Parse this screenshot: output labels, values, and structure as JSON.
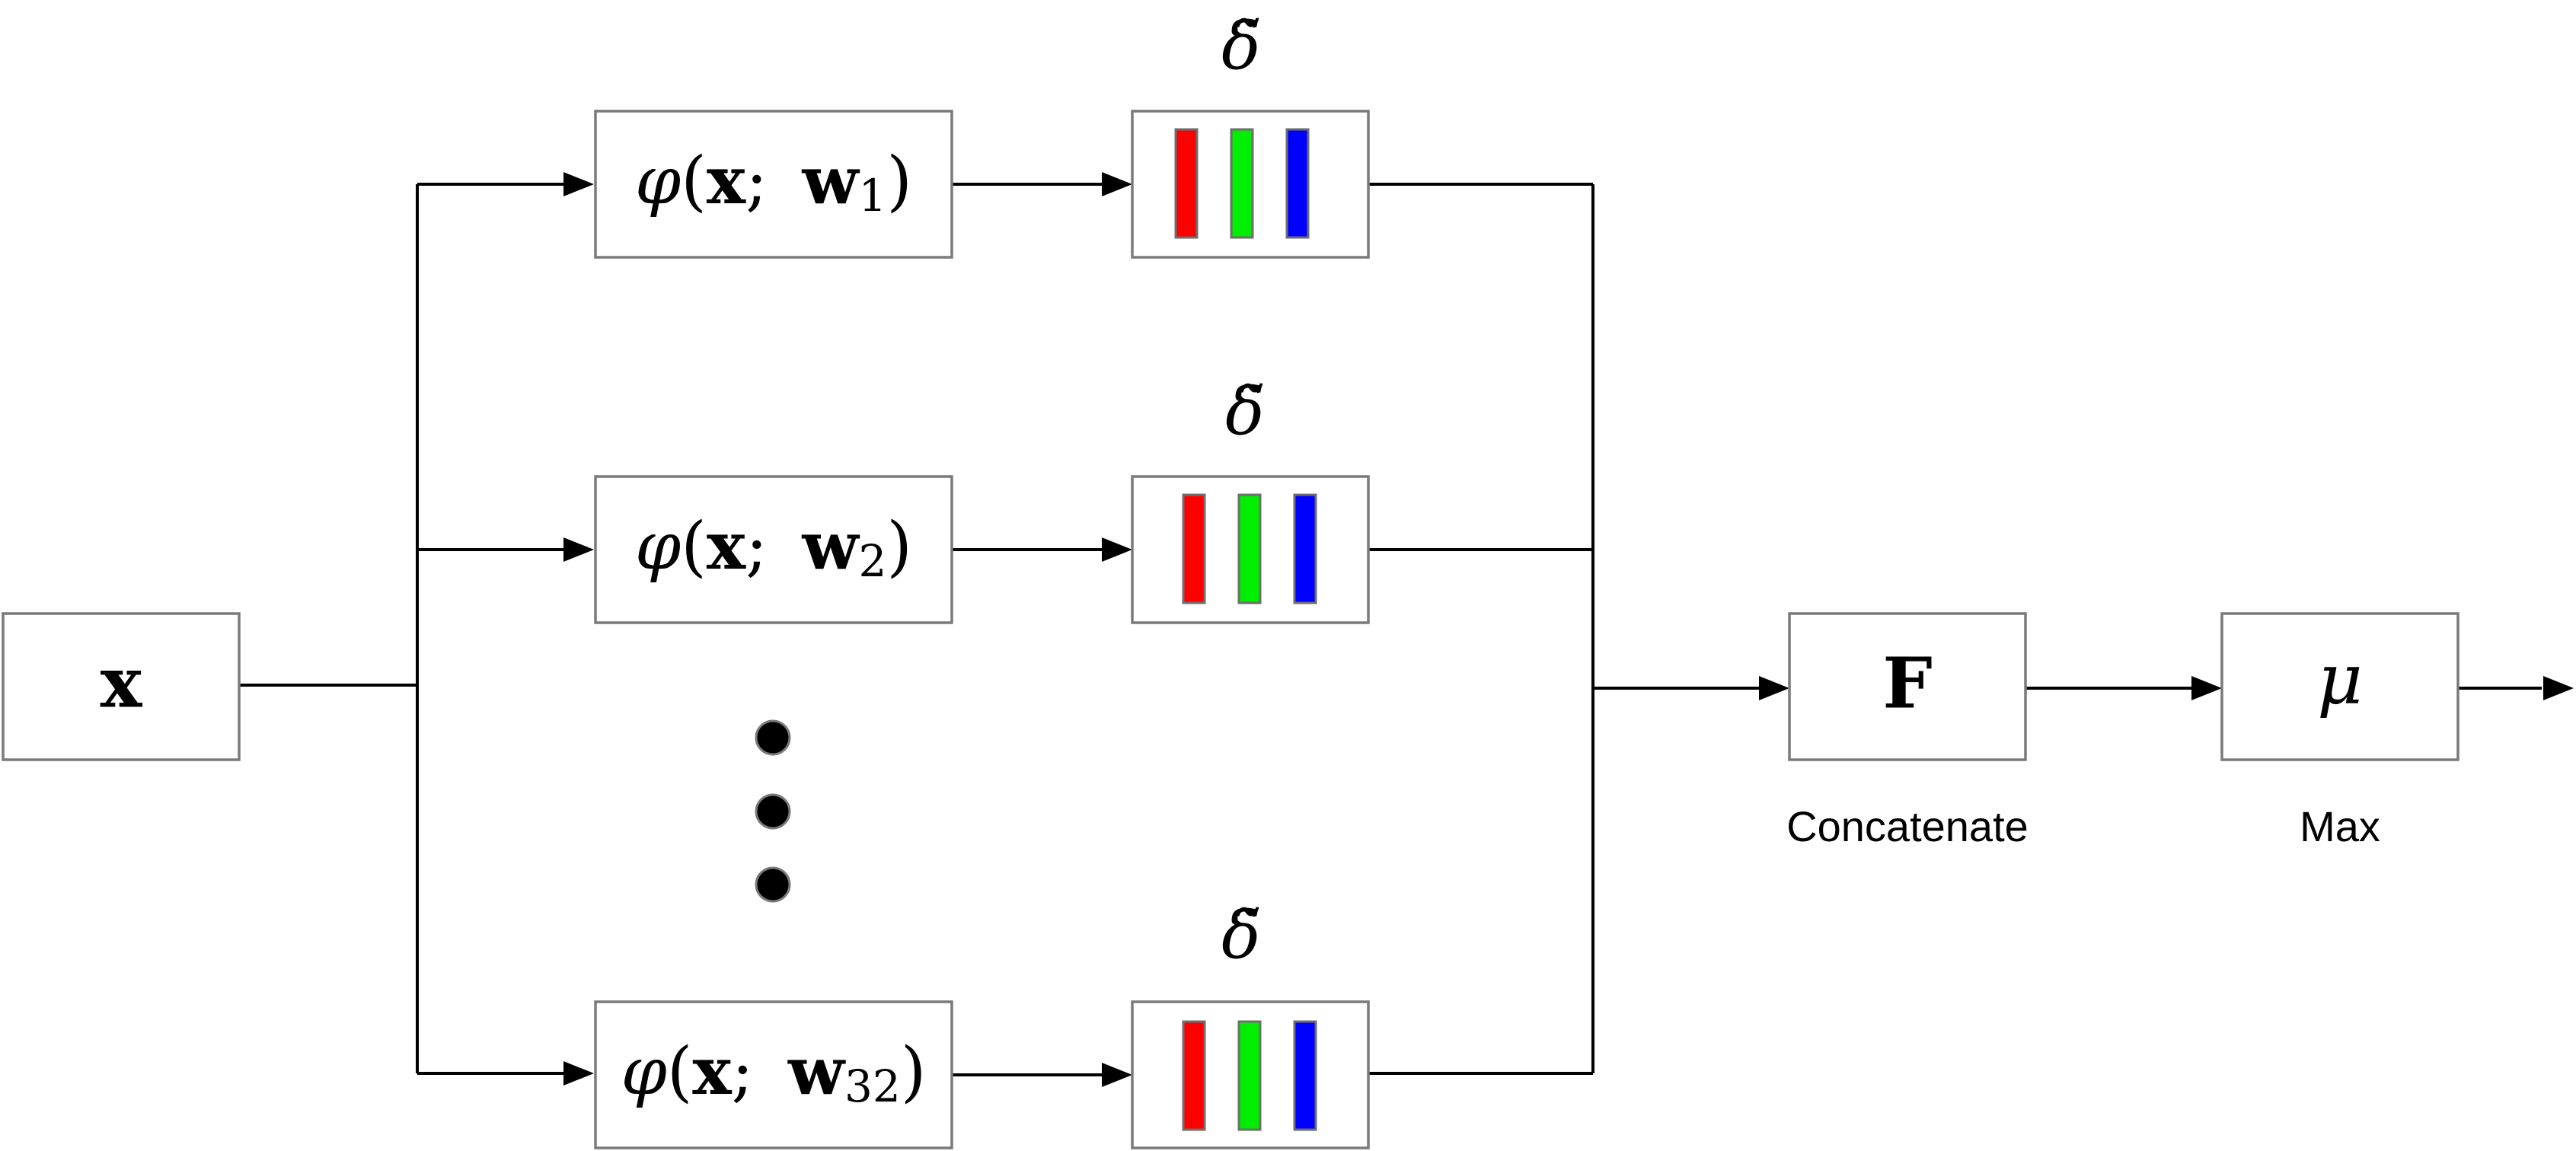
{
  "input": {
    "symbol": "x"
  },
  "branches": [
    {
      "fn": "φ",
      "open": "(",
      "x": "x",
      "sep": ";",
      "w": "w",
      "sub": "1",
      "close": ")",
      "output_symbol": "δ̃"
    },
    {
      "fn": "φ",
      "open": "(",
      "x": "x",
      "sep": ";",
      "w": "w",
      "sub": "2",
      "close": ")",
      "output_symbol": "δ̃"
    },
    {
      "fn": "φ",
      "open": "(",
      "x": "x",
      "sep": ";",
      "w": "w",
      "sub": "32",
      "close": ")",
      "output_symbol": "δ̃"
    }
  ],
  "bar_colors": [
    "#ff0000",
    "#00ee00",
    "#0000ff"
  ],
  "concat": {
    "symbol": "F",
    "label": "Concatenate"
  },
  "max": {
    "symbol": "μ",
    "label": "Max"
  }
}
